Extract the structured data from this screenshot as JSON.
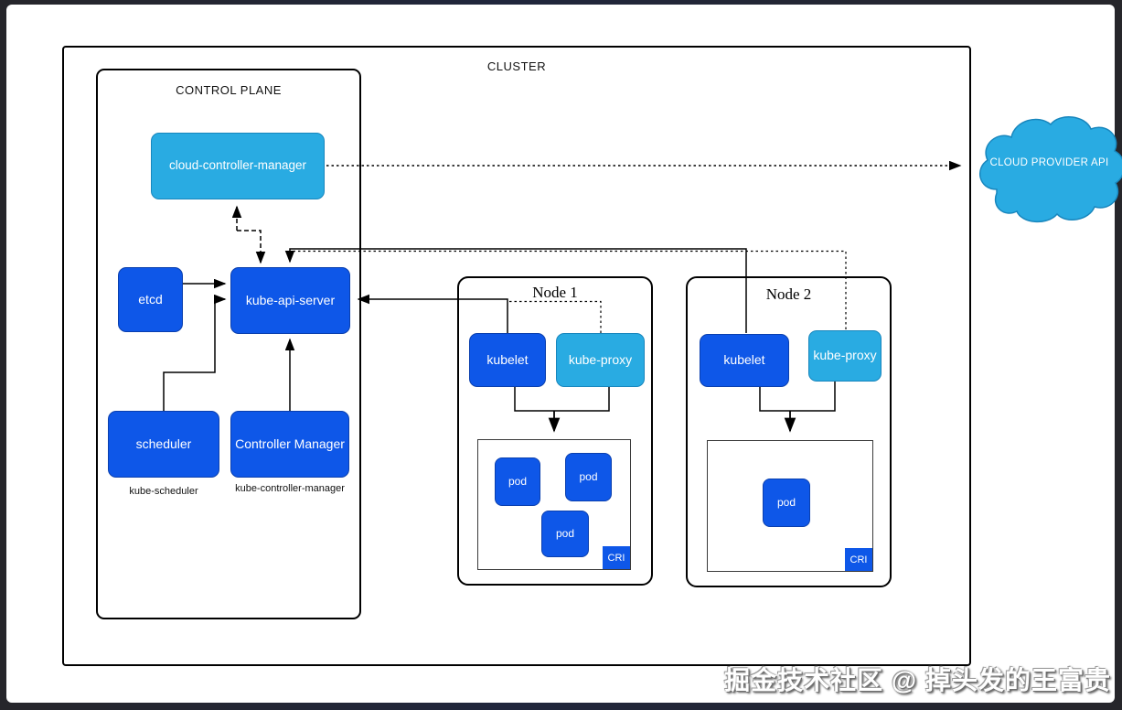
{
  "cluster": {
    "label": "CLUSTER"
  },
  "control_plane": {
    "label": "CONTROL PLANE",
    "cloud_controller_manager_label": "cloud-controller-manager",
    "etcd_label": "etcd",
    "api_server_label": "kube-api-server",
    "scheduler_label": "scheduler",
    "scheduler_caption": "kube-scheduler",
    "controller_manager_label": "Controller Manager",
    "controller_manager_caption": "kube-controller-manager"
  },
  "nodes": [
    {
      "label": "Node 1",
      "kubelet_label": "kubelet",
      "kube_proxy_label": "kube-proxy",
      "cri_label": "CRI",
      "pods": [
        "pod",
        "pod",
        "pod"
      ]
    },
    {
      "label": "Node 2",
      "kubelet_label": "kubelet",
      "kube_proxy_label": "kube-proxy",
      "cri_label": "CRI",
      "pods": [
        "pod"
      ]
    }
  ],
  "cloud_provider": {
    "label": "CLOUD PROVIDER API"
  },
  "watermark": {
    "text": "掘金技术社区 @ 掉头发的王富贵"
  },
  "colors": {
    "component_blue": "#0e57e8",
    "accent_light_blue": "#29abe2",
    "line_color": "#000000",
    "frame_color": "#26262b"
  }
}
